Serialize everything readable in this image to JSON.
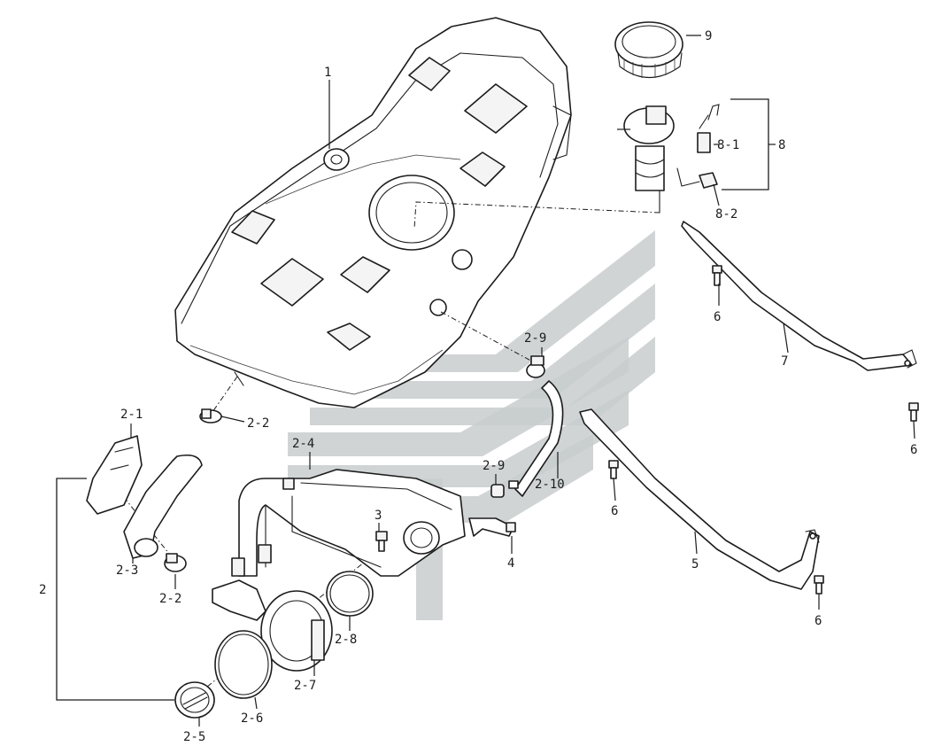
{
  "labels": {
    "p1": "1",
    "p2": "2",
    "p2_1": "2-1",
    "p2_2a": "2-2",
    "p2_2b": "2-2",
    "p2_3": "2-3",
    "p2_4": "2-4",
    "p2_5": "2-5",
    "p2_6": "2-6",
    "p2_7": "2-7",
    "p2_8": "2-8",
    "p2_9a": "2-9",
    "p2_9b": "2-9",
    "p2_10": "2-10",
    "p3": "3",
    "p4": "4",
    "p5": "5",
    "p6a": "6",
    "p6b": "6",
    "p6c": "6",
    "p6d": "6",
    "p7": "7",
    "p8": "8",
    "p8_1": "8-1",
    "p8_2": "8-2",
    "p9": "9"
  },
  "colors": {
    "line": "#1c1c1c",
    "watermark": "#c8cccc",
    "background": "#ffffff"
  }
}
